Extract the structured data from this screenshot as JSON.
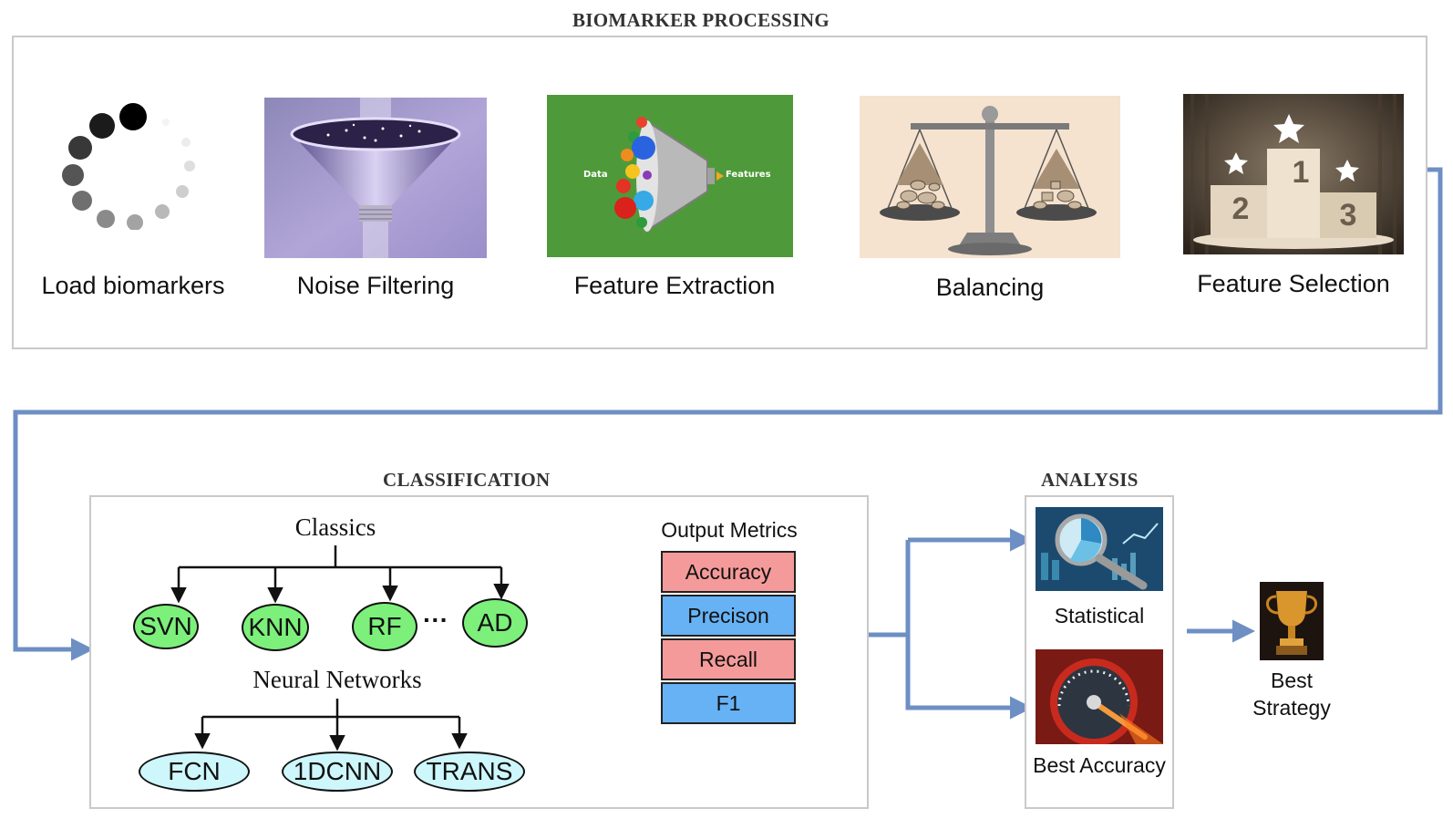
{
  "sections": {
    "processing": "BIOMARKER PROCESSING",
    "classification": "CLASSIFICATION",
    "analysis": "ANALYSIS"
  },
  "pipeline": [
    {
      "label": "Load biomarkers",
      "icon": "loading-spinner-icon"
    },
    {
      "label": "Noise Filtering",
      "icon": "funnel-icon"
    },
    {
      "label": "Feature Extraction",
      "icon": "feature-extraction-funnel-icon",
      "inner_labels": [
        "Data",
        "Features"
      ]
    },
    {
      "label": "Balancing",
      "icon": "balance-scale-icon"
    },
    {
      "label": "Feature Selection",
      "icon": "podium-icon",
      "podium_numbers": [
        "1",
        "2",
        "3"
      ]
    }
  ],
  "classification": {
    "classics_title": "Classics",
    "classics": [
      "SVN",
      "KNN",
      "RF",
      "AD"
    ],
    "ellipsis": "···",
    "neural_title": "Neural Networks",
    "neural": [
      "FCN",
      "1DCNN",
      "TRANS"
    ],
    "metrics_title": "Output Metrics",
    "metrics": [
      {
        "label": "Accuracy",
        "color": "#f59a9a"
      },
      {
        "label": "Precison",
        "color": "#66b2f5"
      },
      {
        "label": "Recall",
        "color": "#f59a9a"
      },
      {
        "label": "F1",
        "color": "#66b2f5"
      }
    ]
  },
  "analysis": {
    "statistical": "Statistical",
    "best_accuracy": "Best Accuracy"
  },
  "result": {
    "line1": "Best",
    "line2": "Strategy",
    "icon": "trophy-icon"
  },
  "colors": {
    "arrow": "#6d8fc4",
    "classic_node": "#7cf07a",
    "neural_node": "#cdf7fb",
    "panel_border": "#c9c9c9"
  }
}
